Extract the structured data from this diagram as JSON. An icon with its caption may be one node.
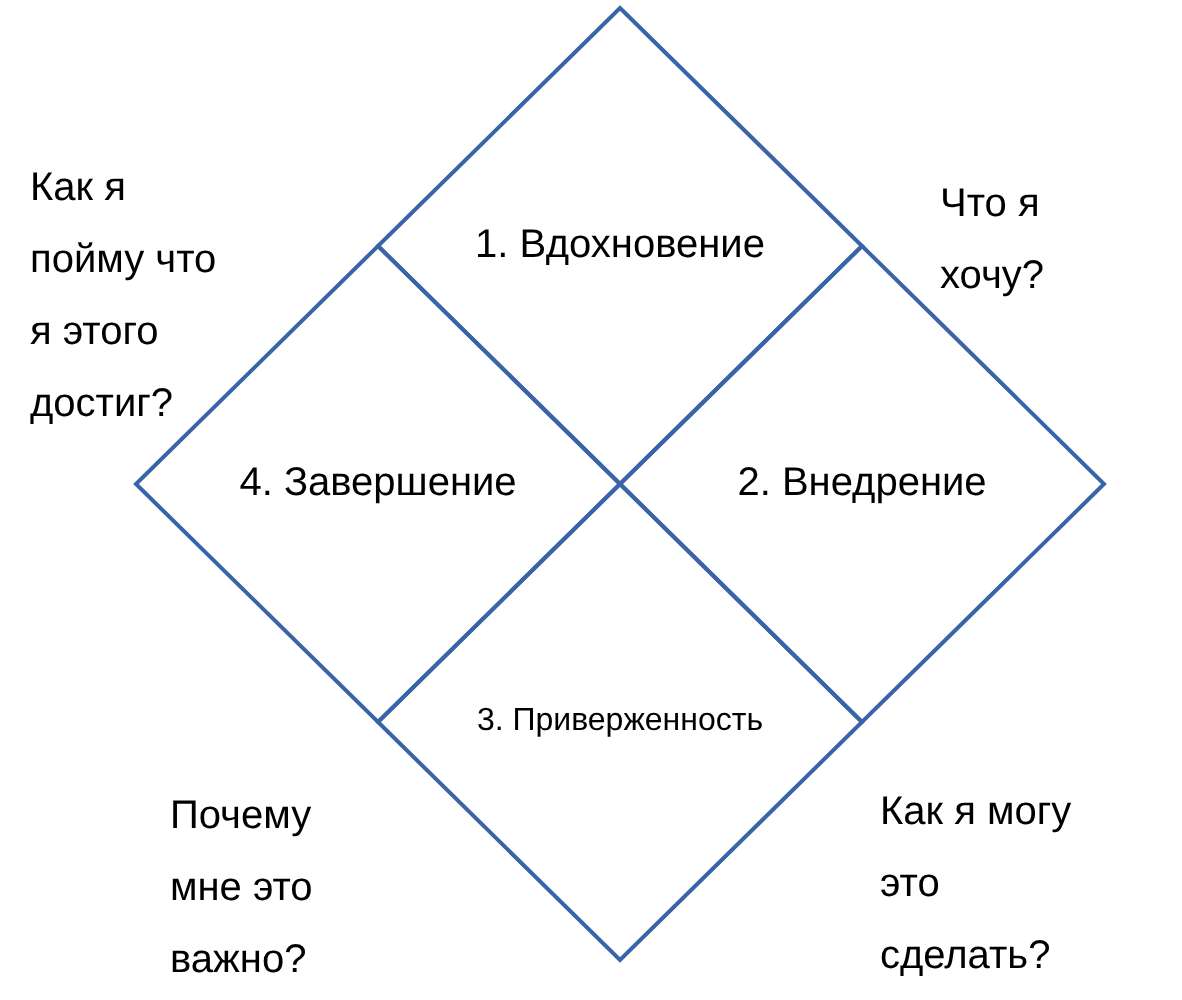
{
  "diagram": {
    "nodes": [
      {
        "text": [
          "1. Вдохновение"
        ]
      },
      {
        "text": [
          "4. Завершение"
        ]
      },
      {
        "text": [
          "2. Внедрение"
        ]
      },
      {
        "text": [
          "3. Приверженность"
        ]
      }
    ],
    "labels": [
      "Как я пойму что я этого достиг?",
      "Что я хочу?",
      "Почему мне это важно?",
      "Как я могу это сделать?"
    ]
  }
}
